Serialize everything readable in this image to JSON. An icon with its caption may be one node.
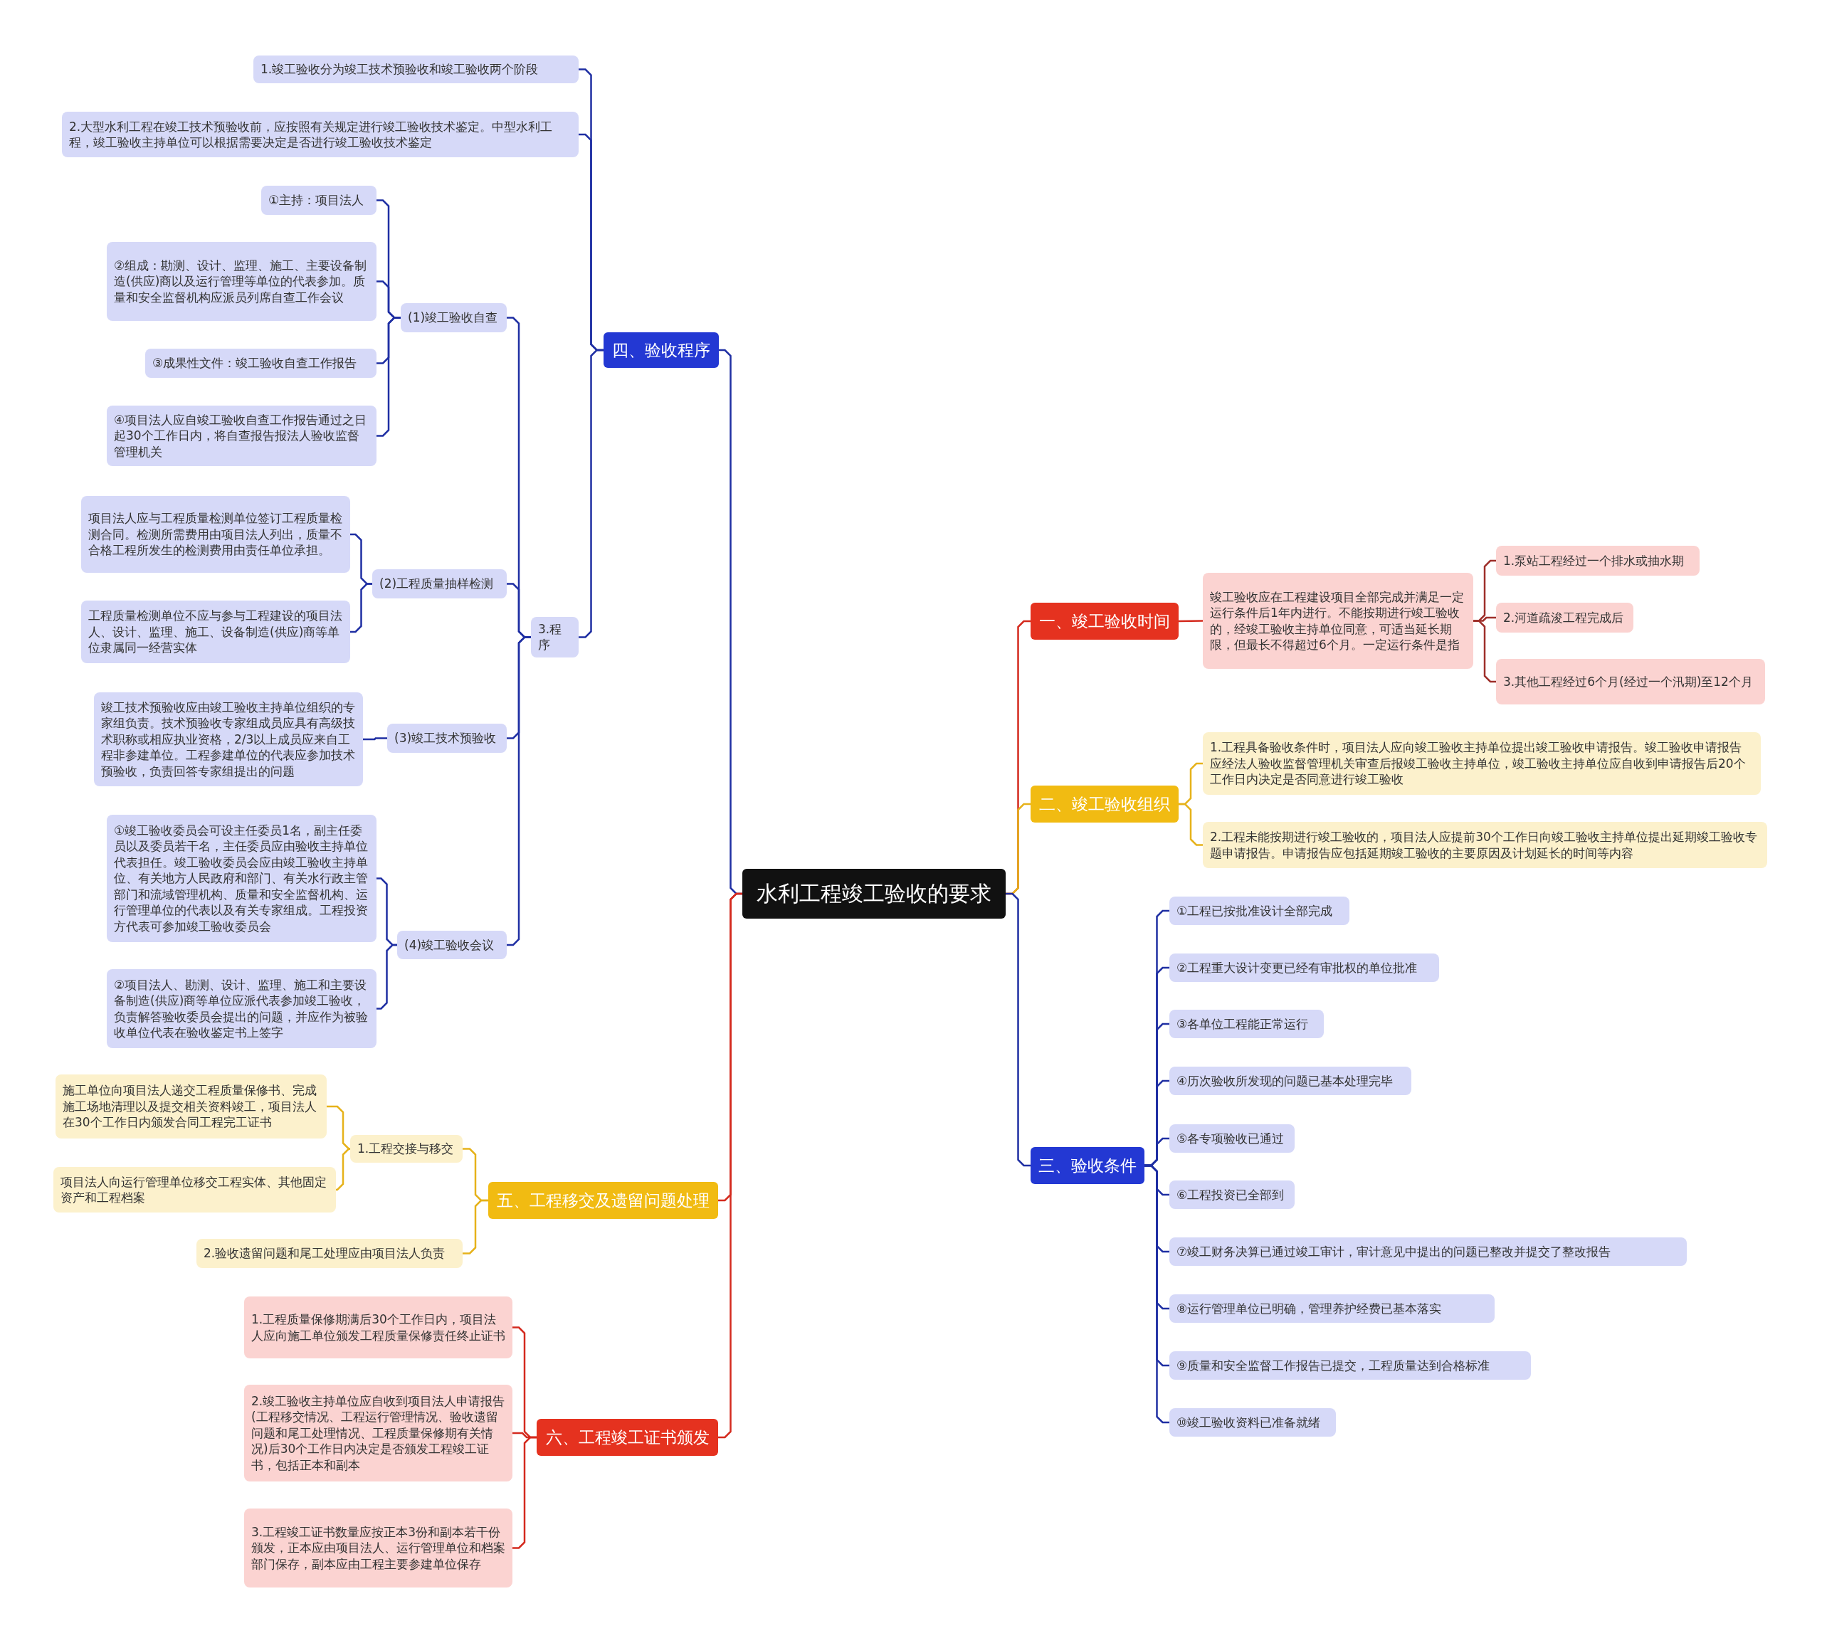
{
  "diagram": {
    "nodes": [
      {
        "text": [
          "水利工程竣工验收的要求"
        ]
      },
      {
        "text": [
          "一、竣工验收时间"
        ]
      },
      {
        "text": [
          "竣工验收应在工程建设项目全部完成并满足一定运行条件后1年内进行。不能按期进行竣工验收的，经竣工验收主持单位同意，可适当延长期限，但最长不得超过6个月。一定运行条件是指"
        ]
      },
      {
        "text": [
          "1.泵站工程经过一个排水或抽水期"
        ]
      },
      {
        "text": [
          "2.河道疏浚工程完成后"
        ]
      },
      {
        "text": [
          "3.其他工程经过6个月(经过一个汛期)至12个月"
        ]
      },
      {
        "text": [
          "二、竣工验收组织"
        ]
      },
      {
        "text": [
          "1.工程具备验收条件时，项目法人应向竣工验收主持单位提出竣工验收申请报告。竣工验收申请报告应经法人验收监督管理机关审查后报竣工验收主持单位，竣工验收主持单位应自收到申请报告后20个工作日内决定是否同意进行竣工验收"
        ]
      },
      {
        "text": [
          "2.工程未能按期进行竣工验收的，项目法人应提前30个工作日向竣工验收主持单位提出延期竣工验收专题申请报告。申请报告应包括延期竣工验收的主要原因及计划延长的时间等内容"
        ]
      },
      {
        "text": [
          "三、验收条件"
        ]
      },
      {
        "text": [
          "①工程已按批准设计全部完成"
        ]
      },
      {
        "text": [
          "②工程重大设计变更已经有审批权的单位批准"
        ]
      },
      {
        "text": [
          "③各单位工程能正常运行"
        ]
      },
      {
        "text": [
          "④历次验收所发现的问题已基本处理完毕"
        ]
      },
      {
        "text": [
          "⑤各专项验收已通过"
        ]
      },
      {
        "text": [
          "⑥工程投资已全部到"
        ]
      },
      {
        "text": [
          "⑦竣工财务决算已通过竣工审计，审计意见中提出的问题已整改并提交了整改报告"
        ]
      },
      {
        "text": [
          "⑧运行管理单位已明确，管理养护经费已基本落实"
        ]
      },
      {
        "text": [
          "⑨质量和安全监督工作报告已提交，工程质量达到合格标准"
        ]
      },
      {
        "text": [
          "⑩竣工验收资料已准备就绪"
        ]
      },
      {
        "text": [
          "四、验收程序"
        ]
      },
      {
        "text": [
          "1.竣工验收分为竣工技术预验收和竣工验收两个阶段"
        ]
      },
      {
        "text": [
          "2.大型水利工程在竣工技术预验收前，应按照有关规定进行竣工验收技术鉴定。中型水利工程，竣工验收主持单位可以根据需要决定是否进行竣工验收技术鉴定"
        ]
      },
      {
        "text": [
          "3.程序"
        ]
      },
      {
        "text": [
          "(1)竣工验收自查"
        ]
      },
      {
        "text": [
          "①主持：项目法人"
        ]
      },
      {
        "text": [
          "②组成：勘测、设计、监理、施工、主要设备制造(供应)商以及运行管理等单位的代表参加。质量和安全监督机构应派员列席自查工作会议"
        ]
      },
      {
        "text": [
          "③成果性文件：竣工验收自查工作报告"
        ]
      },
      {
        "text": [
          "④项目法人应自竣工验收自查工作报告通过之日起30个工作日内，将自查报告报法人验收监督管理机关"
        ]
      },
      {
        "text": [
          "(2)工程质量抽样检测"
        ]
      },
      {
        "text": [
          "项目法人应与工程质量检测单位签订工程质量检测合同。检测所需费用由项目法人列出，质量不合格工程所发生的检测费用由责任单位承担。"
        ]
      },
      {
        "text": [
          "工程质量检测单位不应与参与工程建设的项目法人、设计、监理、施工、设备制造(供应)商等单位隶属同一经营实体"
        ]
      },
      {
        "text": [
          "(3)竣工技术预验收"
        ]
      },
      {
        "text": [
          "竣工技术预验收应由竣工验收主持单位组织的专家组负责。技术预验收专家组成员应具有高级技术职称或相应执业资格，2/3以上成员应来自工程非参建单位。工程参建单位的代表应参加技术预验收，负责回答专家组提出的问题"
        ]
      },
      {
        "text": [
          "(4)竣工验收会议"
        ]
      },
      {
        "text": [
          "①竣工验收委员会可设主任委员1名，副主任委员以及委员若干名，主任委员应由验收主持单位代表担任。竣工验收委员会应由竣工验收主持单位、有关地方人民政府和部门、有关水行政主管部门和流域管理机构、质量和安全监督机构、运行管理单位的代表以及有关专家组成。工程投资方代表可参加竣工验收委员会"
        ]
      },
      {
        "text": [
          "②项目法人、勘测、设计、监理、施工和主要设备制造(供应)商等单位应派代表参加竣工验收，负责解答验收委员会提出的问题，并应作为被验收单位代表在验收鉴定书上签字"
        ]
      },
      {
        "text": [
          "五、工程移交及遗留问题处理"
        ]
      },
      {
        "text": [
          "1.工程交接与移交"
        ]
      },
      {
        "text": [
          "施工单位向项目法人递交工程质量保修书、完成施工场地清理以及提交相关资料竣工，项目法人在30个工作日内颁发合同工程完工证书"
        ]
      },
      {
        "text": [
          "项目法人向运行管理单位移交工程实体、其他固定资产和工程档案"
        ]
      },
      {
        "text": [
          "2.验收遗留问题和尾工处理应由项目法人负责"
        ]
      },
      {
        "text": [
          "六、工程竣工证书颁发"
        ]
      },
      {
        "text": [
          "1.工程质量保修期满后30个工作日内，项目法人应向施工单位颁发工程质量保修责任终止证书"
        ]
      },
      {
        "text": [
          "2.竣工验收主持单位应自收到项目法人申请报告(工程移交情况、工程运行管理情况、验收遗留问题和尾工处理情况、工程质量保修期有关情况)后30个工作日内决定是否颁发工程竣工证书，包括正本和副本"
        ]
      },
      {
        "text": [
          "3.工程竣工证书数量应按正本3份和副本若干份颁发，正本应由项目法人、运行管理单位和档案部门保存，副本应由工程主要参建单位保存"
        ]
      }
    ],
    "edges": [
      {
        "from": 0,
        "to": 1,
        "arrow": "none",
        "color": "#d42a1e"
      },
      {
        "from": 1,
        "to": 2,
        "arrow": "none",
        "color": "#d42a1e"
      },
      {
        "from": 2,
        "to": 3,
        "arrow": "none",
        "color": "#9e2f2a"
      },
      {
        "from": 2,
        "to": 4,
        "arrow": "none",
        "color": "#9e2f2a"
      },
      {
        "from": 2,
        "to": 5,
        "arrow": "none",
        "color": "#9e2f2a"
      },
      {
        "from": 0,
        "to": 6,
        "arrow": "none",
        "color": "#e6b21a"
      },
      {
        "from": 6,
        "to": 7,
        "arrow": "none",
        "color": "#e6b21a"
      },
      {
        "from": 6,
        "to": 8,
        "arrow": "none",
        "color": "#e6b21a"
      },
      {
        "from": 0,
        "to": 9,
        "arrow": "none"
      },
      {
        "from": 9,
        "to": 10,
        "arrow": "none"
      },
      {
        "from": 9,
        "to": 11,
        "arrow": "none"
      },
      {
        "from": 9,
        "to": 12,
        "arrow": "none"
      },
      {
        "from": 9,
        "to": 13,
        "arrow": "none"
      },
      {
        "from": 9,
        "to": 14,
        "arrow": "none"
      },
      {
        "from": 9,
        "to": 15,
        "arrow": "none"
      },
      {
        "from": 9,
        "to": 16,
        "arrow": "none"
      },
      {
        "from": 9,
        "to": 17,
        "arrow": "none"
      },
      {
        "from": 9,
        "to": 18,
        "arrow": "none"
      },
      {
        "from": 9,
        "to": 19,
        "arrow": "none"
      },
      {
        "from": 0,
        "to": 20,
        "arrow": "none"
      },
      {
        "from": 20,
        "to": 21,
        "arrow": "none"
      },
      {
        "from": 20,
        "to": 22,
        "arrow": "none"
      },
      {
        "from": 20,
        "to": 23,
        "arrow": "none"
      },
      {
        "from": 23,
        "to": 24,
        "arrow": "none"
      },
      {
        "from": 24,
        "to": 25,
        "arrow": "none"
      },
      {
        "from": 24,
        "to": 26,
        "arrow": "none"
      },
      {
        "from": 24,
        "to": 27,
        "arrow": "none"
      },
      {
        "from": 24,
        "to": 28,
        "arrow": "none"
      },
      {
        "from": 23,
        "to": 29,
        "arrow": "none"
      },
      {
        "from": 29,
        "to": 30,
        "arrow": "none"
      },
      {
        "from": 29,
        "to": 31,
        "arrow": "none"
      },
      {
        "from": 23,
        "to": 32,
        "arrow": "none"
      },
      {
        "from": 32,
        "to": 33,
        "arrow": "none"
      },
      {
        "from": 23,
        "to": 34,
        "arrow": "none"
      },
      {
        "from": 34,
        "to": 35,
        "arrow": "none"
      },
      {
        "from": 34,
        "to": 36,
        "arrow": "none"
      },
      {
        "from": 0,
        "to": 37,
        "arrow": "none",
        "color": "#d42a1e"
      },
      {
        "from": 37,
        "to": 38,
        "arrow": "none",
        "color": "#e6b21a"
      },
      {
        "from": 38,
        "to": 39,
        "arrow": "none",
        "color": "#e6b21a"
      },
      {
        "from": 38,
        "to": 40,
        "arrow": "none",
        "color": "#e6b21a"
      },
      {
        "from": 37,
        "to": 41,
        "arrow": "none",
        "color": "#e6b21a"
      },
      {
        "from": 0,
        "to": 42,
        "arrow": "none",
        "color": "#d42a1e"
      },
      {
        "from": 42,
        "to": 43,
        "arrow": "none",
        "color": "#d42a1e"
      },
      {
        "from": 42,
        "to": 44,
        "arrow": "none",
        "color": "#d42a1e"
      },
      {
        "from": 42,
        "to": 45,
        "arrow": "none",
        "color": "#d42a1e"
      }
    ]
  }
}
